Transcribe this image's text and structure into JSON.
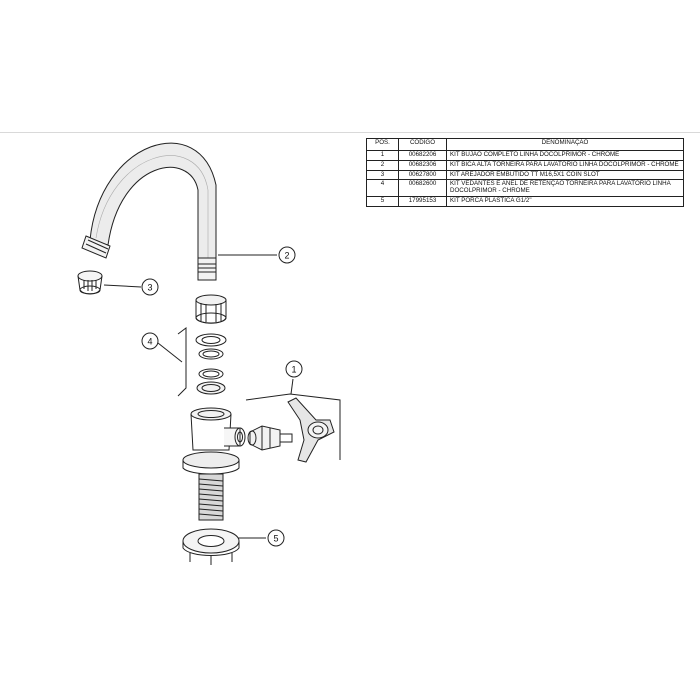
{
  "table": {
    "headers": {
      "pos": "POS.",
      "codigo": "CODIGO",
      "denominacao": "DENOMINAÇÃO"
    },
    "rows": [
      {
        "pos": "1",
        "codigo": "00682206",
        "denominacao": "KIT BUJÃO COMPLETO LINHA DOCOLPRIMOR - CHROME"
      },
      {
        "pos": "2",
        "codigo": "00682306",
        "denominacao": "KIT BICA ALTA TORNEIRA PARA LAVATÓRIO LINHA DOCOLPRIMOR - CHROME"
      },
      {
        "pos": "3",
        "codigo": "00627800",
        "denominacao": "KIT AREJADOR EMBUTIDO TT M16,5X1 COIN SLOT"
      },
      {
        "pos": "4",
        "codigo": "00682600",
        "denominacao": "KIT VEDANTES E ANEL DE RETENÇÃO TORNEIRA PARA LAVATÓRIO LINHA DOCOLPRIMOR - CHROME"
      },
      {
        "pos": "5",
        "codigo": "17995153",
        "denominacao": "KIT PORCA PLASTICA G1/2\""
      }
    ]
  },
  "callouts": {
    "c1": "1",
    "c2": "2",
    "c3": "3",
    "c4": "4",
    "c5": "5"
  },
  "colors": {
    "line": "#222222",
    "rule": "#d9d9d9",
    "spout_fill": "#e9e9e9"
  }
}
